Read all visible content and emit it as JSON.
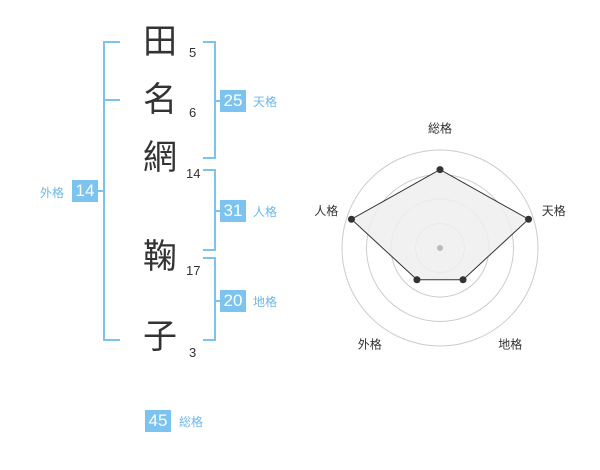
{
  "name": {
    "chars": [
      {
        "char": "田",
        "strokes": "5"
      },
      {
        "char": "名",
        "strokes": "6"
      },
      {
        "char": "網",
        "strokes": "14"
      },
      {
        "char": "鞠",
        "strokes": "17"
      },
      {
        "char": "子",
        "strokes": "3"
      }
    ]
  },
  "kaku": {
    "tenkaku": {
      "value": "25",
      "label": "天格"
    },
    "jinkaku": {
      "value": "31",
      "label": "人格"
    },
    "chikaku": {
      "value": "20",
      "label": "地格"
    },
    "gaikaku": {
      "value": "14",
      "label": "外格"
    },
    "soukaku": {
      "value": "45",
      "label": "総格"
    }
  },
  "radar": {
    "axes": [
      "総格",
      "天格",
      "地格",
      "外格",
      "人格"
    ],
    "values": [
      0.8,
      0.95,
      0.4,
      0.4,
      0.95
    ],
    "max": 1,
    "rings": 4,
    "colors": {
      "ring": "#cccccc",
      "fill": "#eeeeee",
      "line": "#333333",
      "center": "#bbbbbb"
    }
  },
  "colors": {
    "bracket": "#7cc3f0",
    "badge": "#7cc3f0",
    "label": "#6bb8ea"
  }
}
